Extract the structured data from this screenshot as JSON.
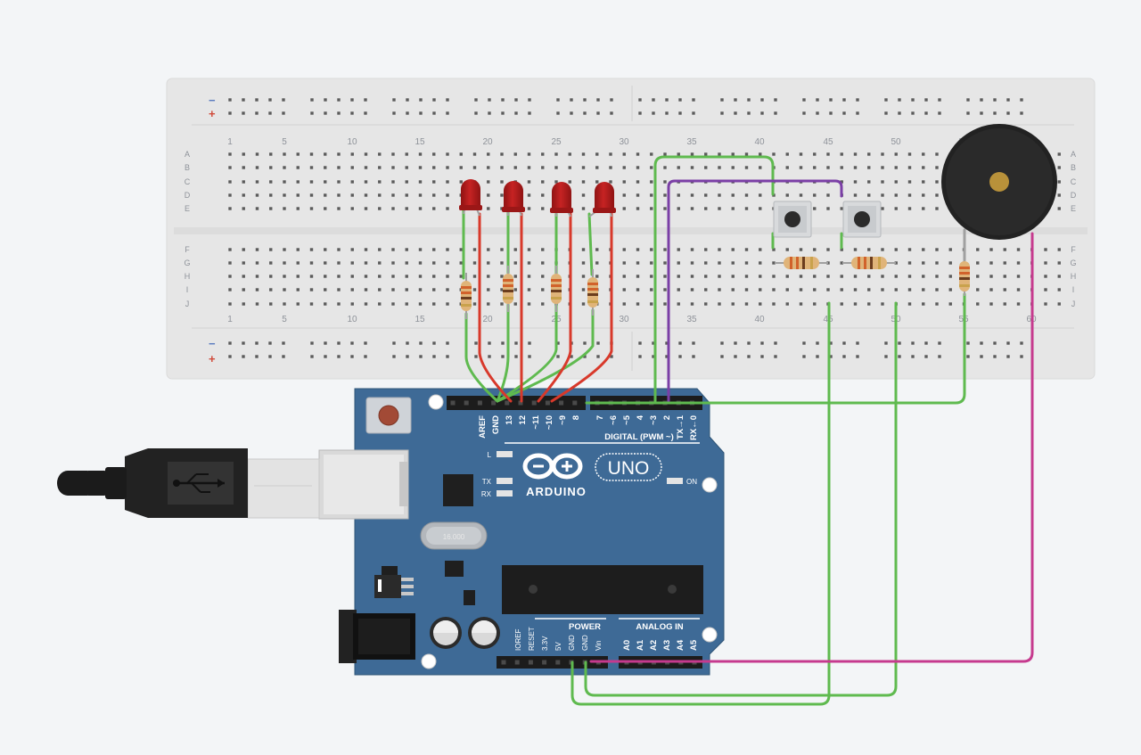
{
  "breadboard": {
    "column_numbers": [
      "1",
      "5",
      "10",
      "15",
      "20",
      "25",
      "30",
      "35",
      "40",
      "45",
      "50",
      "55",
      "60"
    ],
    "row_letters_top": [
      "A",
      "B",
      "C",
      "D",
      "E"
    ],
    "row_letters_bottom": [
      "F",
      "G",
      "H",
      "I",
      "J"
    ],
    "rail_minus": "−",
    "rail_plus": "+"
  },
  "arduino": {
    "brand": "ARDUINO",
    "model": "UNO",
    "digital_label": "DIGITAL (PWM ~)",
    "power_label": "POWER",
    "analog_label": "ANALOG IN",
    "led_l": "L",
    "led_tx": "TX",
    "led_rx": "RX",
    "led_on": "ON",
    "crystal": "16.000",
    "digital_pins": [
      "AREF",
      "GND",
      "13",
      "12",
      "~11",
      "~10",
      "~9",
      "8",
      "7",
      "~6",
      "~5",
      "4",
      "~3",
      "2",
      "TX→1",
      "RX←0"
    ],
    "power_pins": [
      "IOREF",
      "RESET",
      "3.3V",
      "5V",
      "GND",
      "GND",
      "Vin"
    ],
    "analog_pins": [
      "A0",
      "A1",
      "A2",
      "A3",
      "A4",
      "A5"
    ]
  },
  "components": {
    "leds": 4,
    "resistors": 7,
    "pushbuttons": 2,
    "buzzers": 1
  },
  "colors": {
    "background": "#f3f5f7",
    "breadboard": "#e6e6e6",
    "board_blue": "#3e6a96",
    "wire_green": "#5fba4f",
    "wire_red": "#d8392b",
    "wire_purple": "#7b3fa6",
    "wire_magenta": "#c63a8e",
    "led_red": "#b81e1e"
  }
}
